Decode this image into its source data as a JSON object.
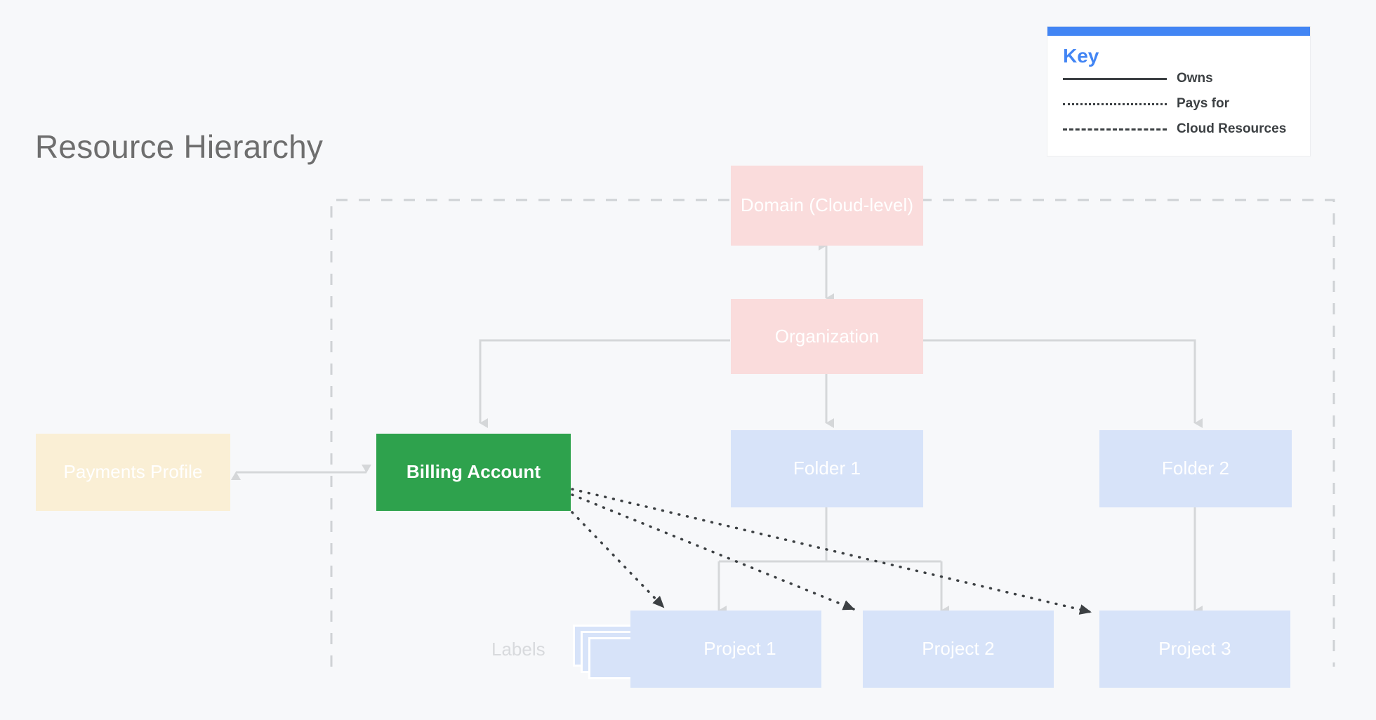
{
  "page": {
    "title": "Resource Hierarchy",
    "background_color": "#F7F8FA"
  },
  "legend": {
    "title": "Key",
    "accent_color": "#4285F4",
    "items": [
      {
        "style": "solid",
        "label": "Owns"
      },
      {
        "style": "dotted",
        "label": "Pays for"
      },
      {
        "style": "dashed",
        "label": "Cloud Resources"
      }
    ]
  },
  "diagram": {
    "labels_caption": "Labels",
    "colors": {
      "domain": "#FADCDC",
      "organization": "#FADCDC",
      "billing_account": "#2EA24D",
      "payments_profile": "#FAEFD5",
      "folder": "#D7E3F9",
      "project": "#D7E3F9",
      "connector": "#D5D7D9",
      "pays_for": "#3C4043",
      "boundary": "#CFD2D5"
    },
    "nodes": [
      {
        "id": "domain",
        "label": "Domain (Cloud-level)",
        "type": "cloud",
        "bold": false
      },
      {
        "id": "organization",
        "label": "Organization",
        "type": "cloud",
        "bold": false
      },
      {
        "id": "payments_profile",
        "label": "Payments Profile",
        "type": "payments",
        "bold": false
      },
      {
        "id": "billing_account",
        "label": "Billing Account",
        "type": "billing",
        "bold": true
      },
      {
        "id": "folder1",
        "label": "Folder 1",
        "type": "folder",
        "bold": false
      },
      {
        "id": "folder2",
        "label": "Folder 2",
        "type": "folder",
        "bold": false
      },
      {
        "id": "project1",
        "label": "Project 1",
        "type": "project",
        "bold": false
      },
      {
        "id": "project2",
        "label": "Project 2",
        "type": "project",
        "bold": false
      },
      {
        "id": "project3",
        "label": "Project 3",
        "type": "project",
        "bold": false
      }
    ],
    "edges": [
      {
        "from": "domain",
        "to": "organization",
        "relation": "Owns",
        "style": "solid",
        "arrows": "both"
      },
      {
        "from": "payments_profile",
        "to": "billing_account",
        "relation": "Owns",
        "style": "solid",
        "arrows": "both"
      },
      {
        "from": "organization",
        "to": "billing_account",
        "relation": "Owns",
        "style": "solid",
        "arrows": "end"
      },
      {
        "from": "organization",
        "to": "folder1",
        "relation": "Owns",
        "style": "solid",
        "arrows": "end"
      },
      {
        "from": "organization",
        "to": "folder2",
        "relation": "Owns",
        "style": "solid",
        "arrows": "end"
      },
      {
        "from": "folder1",
        "to": "project1",
        "relation": "Owns",
        "style": "solid",
        "arrows": "end"
      },
      {
        "from": "folder1",
        "to": "project2",
        "relation": "Owns",
        "style": "solid",
        "arrows": "end"
      },
      {
        "from": "folder2",
        "to": "project3",
        "relation": "Owns",
        "style": "solid",
        "arrows": "end"
      },
      {
        "from": "billing_account",
        "to": "project1",
        "relation": "Pays for",
        "style": "dotted",
        "arrows": "end"
      },
      {
        "from": "billing_account",
        "to": "project2",
        "relation": "Pays for",
        "style": "dotted",
        "arrows": "end"
      },
      {
        "from": "billing_account",
        "to": "project3",
        "relation": "Pays for",
        "style": "dotted",
        "arrows": "end"
      }
    ],
    "cloud_boundary": {
      "relation": "Cloud Resources",
      "style": "dashed"
    }
  }
}
